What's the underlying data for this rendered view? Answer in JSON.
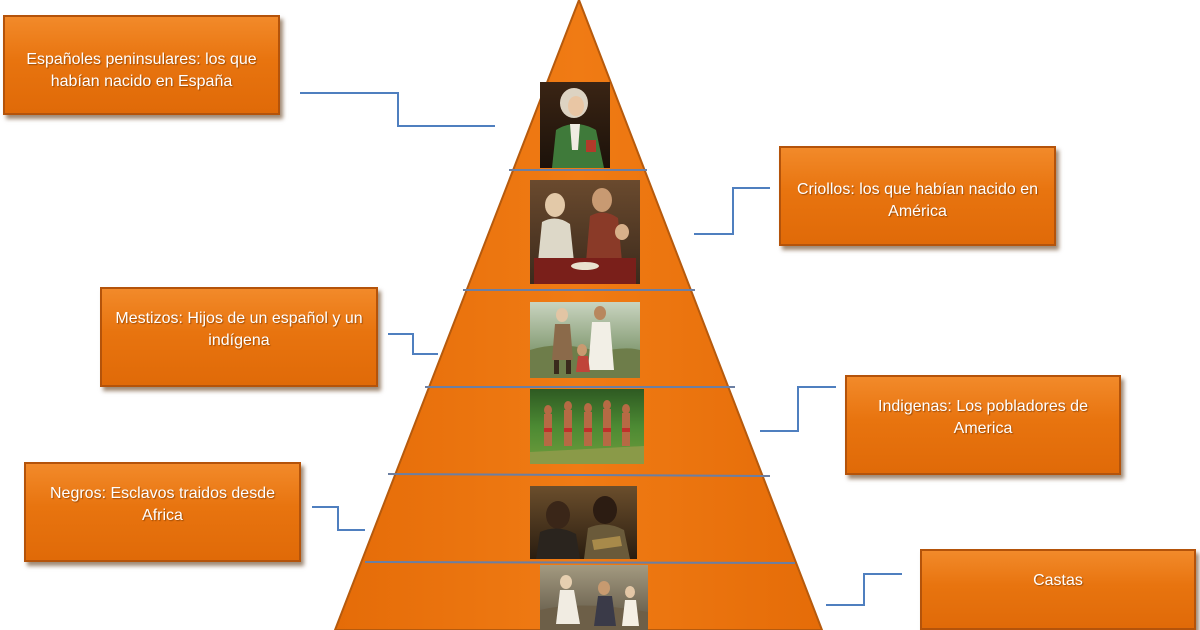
{
  "colors": {
    "pyramid_fill": "#ee7712",
    "pyramid_outline": "#b65a0d",
    "tier_line": "#6b7fa3",
    "connector": "#4f7fbf",
    "box_fill": "#e8740f",
    "box_text": "#ffffff"
  },
  "tiers": [
    {
      "name": "peninsulares",
      "label": "Españoles peninsulares: los que habían nacido en España",
      "picture": "portrait of a man in a green coat and white wig"
    },
    {
      "name": "criollos",
      "label": "Criollos: los que habían nacido en América",
      "picture": "colonial family seated at a table"
    },
    {
      "name": "mestizos",
      "label": "Mestizos: Hijos de un español y un indígena",
      "picture": "casta painting of a couple with a child in a landscape"
    },
    {
      "name": "indigenas",
      "label": "Indigenas: Los pobladores de America",
      "picture": "group of indigenous people standing in a forest"
    },
    {
      "name": "negros",
      "label": "Negros: Esclavos traidos desde Africa",
      "picture": "portrait of two men in dark clothing"
    },
    {
      "name": "castas",
      "label": "Castas",
      "picture": "casta painting scene with figures"
    }
  ]
}
